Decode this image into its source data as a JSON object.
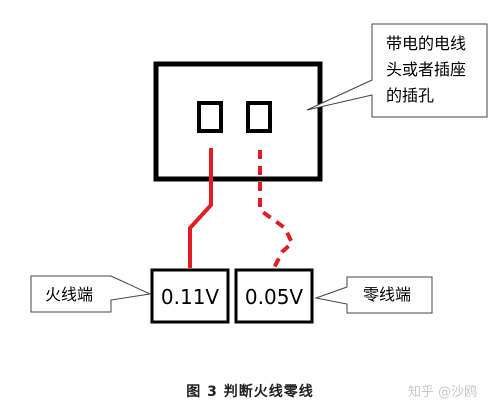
{
  "callouts": {
    "top_line1": "带电的电线",
    "top_line2": "头或者插座",
    "top_line3": "的插孔",
    "live": "火线端",
    "neutral": "零线端"
  },
  "meters": {
    "live_value": "0.11V",
    "neutral_value": "0.05V"
  },
  "caption": "图 3 判断火线零线",
  "watermark": "知乎 @沙鸥",
  "colors": {
    "wire": "#e01e24",
    "outline": "#000000"
  }
}
